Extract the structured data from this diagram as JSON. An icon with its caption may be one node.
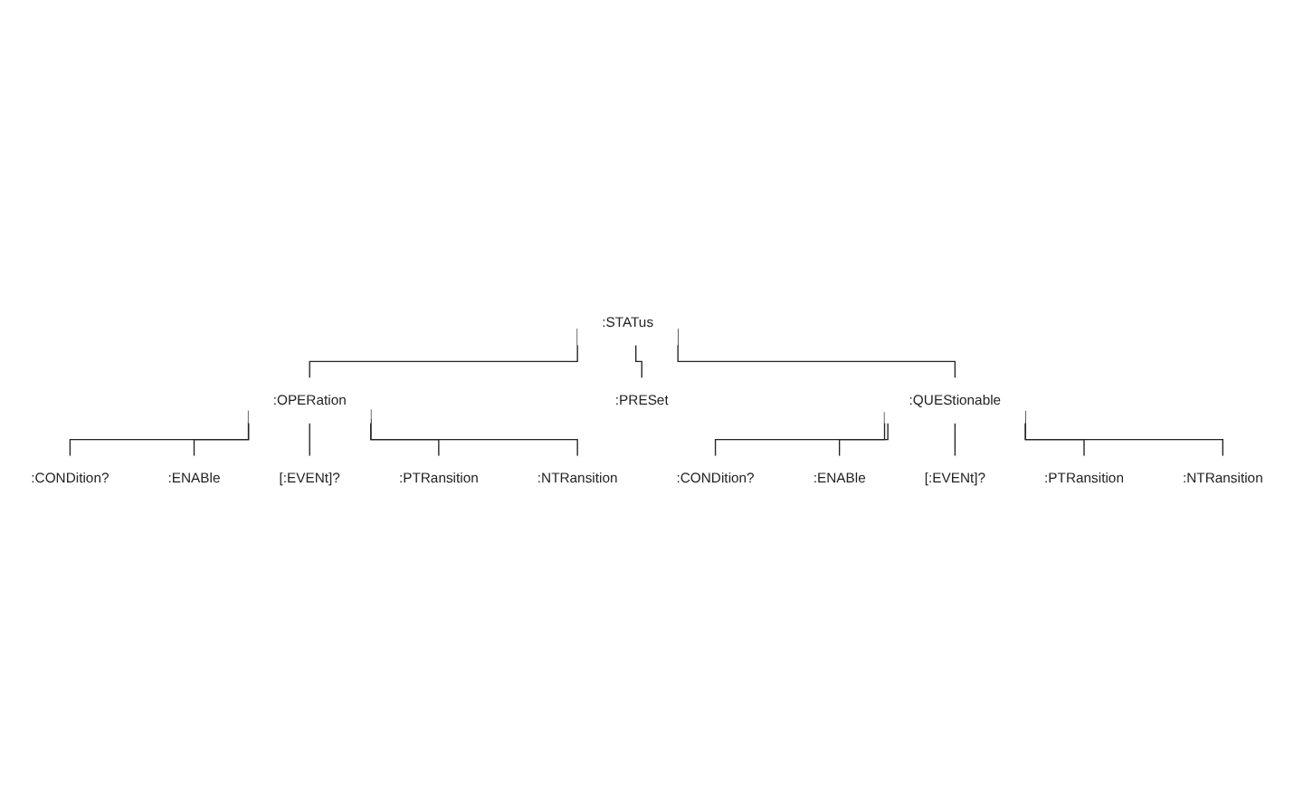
{
  "diagram": {
    "nodes": [
      {
        "text": [
          ":STATus"
        ]
      },
      {
        "text": [
          ":OPERation"
        ]
      },
      {
        "text": [
          ":PRESet"
        ]
      },
      {
        "text": [
          ":QUEStionable"
        ]
      },
      {
        "text": [
          ":CONDition?"
        ]
      },
      {
        "text": [
          ":ENABle"
        ]
      },
      {
        "text": [
          "[:EVENt]?"
        ]
      },
      {
        "text": [
          ":PTRansition"
        ]
      },
      {
        "text": [
          ":NTRansition"
        ]
      },
      {
        "text": [
          ":CONDition?"
        ]
      },
      {
        "text": [
          ":ENABle"
        ]
      },
      {
        "text": [
          "[:EVENt]?"
        ]
      },
      {
        "text": [
          ":PTRansition"
        ]
      },
      {
        "text": [
          ":NTRansition"
        ]
      }
    ],
    "edges": [
      {
        "from": 0,
        "to": 1,
        "arrow": "none"
      },
      {
        "from": 0,
        "to": 2,
        "arrow": "none"
      },
      {
        "from": 0,
        "to": 3,
        "arrow": "none"
      },
      {
        "from": 1,
        "to": 4,
        "arrow": "none"
      },
      {
        "from": 1,
        "to": 5,
        "arrow": "none"
      },
      {
        "from": 1,
        "to": 6,
        "arrow": "none"
      },
      {
        "from": 1,
        "to": 7,
        "arrow": "none"
      },
      {
        "from": 1,
        "to": 8,
        "arrow": "none"
      },
      {
        "from": 3,
        "to": 9,
        "arrow": "none"
      },
      {
        "from": 3,
        "to": 10,
        "arrow": "none"
      },
      {
        "from": 3,
        "to": 11,
        "arrow": "none"
      },
      {
        "from": 3,
        "to": 12,
        "arrow": "none"
      },
      {
        "from": 3,
        "to": 13,
        "arrow": "none"
      }
    ]
  }
}
